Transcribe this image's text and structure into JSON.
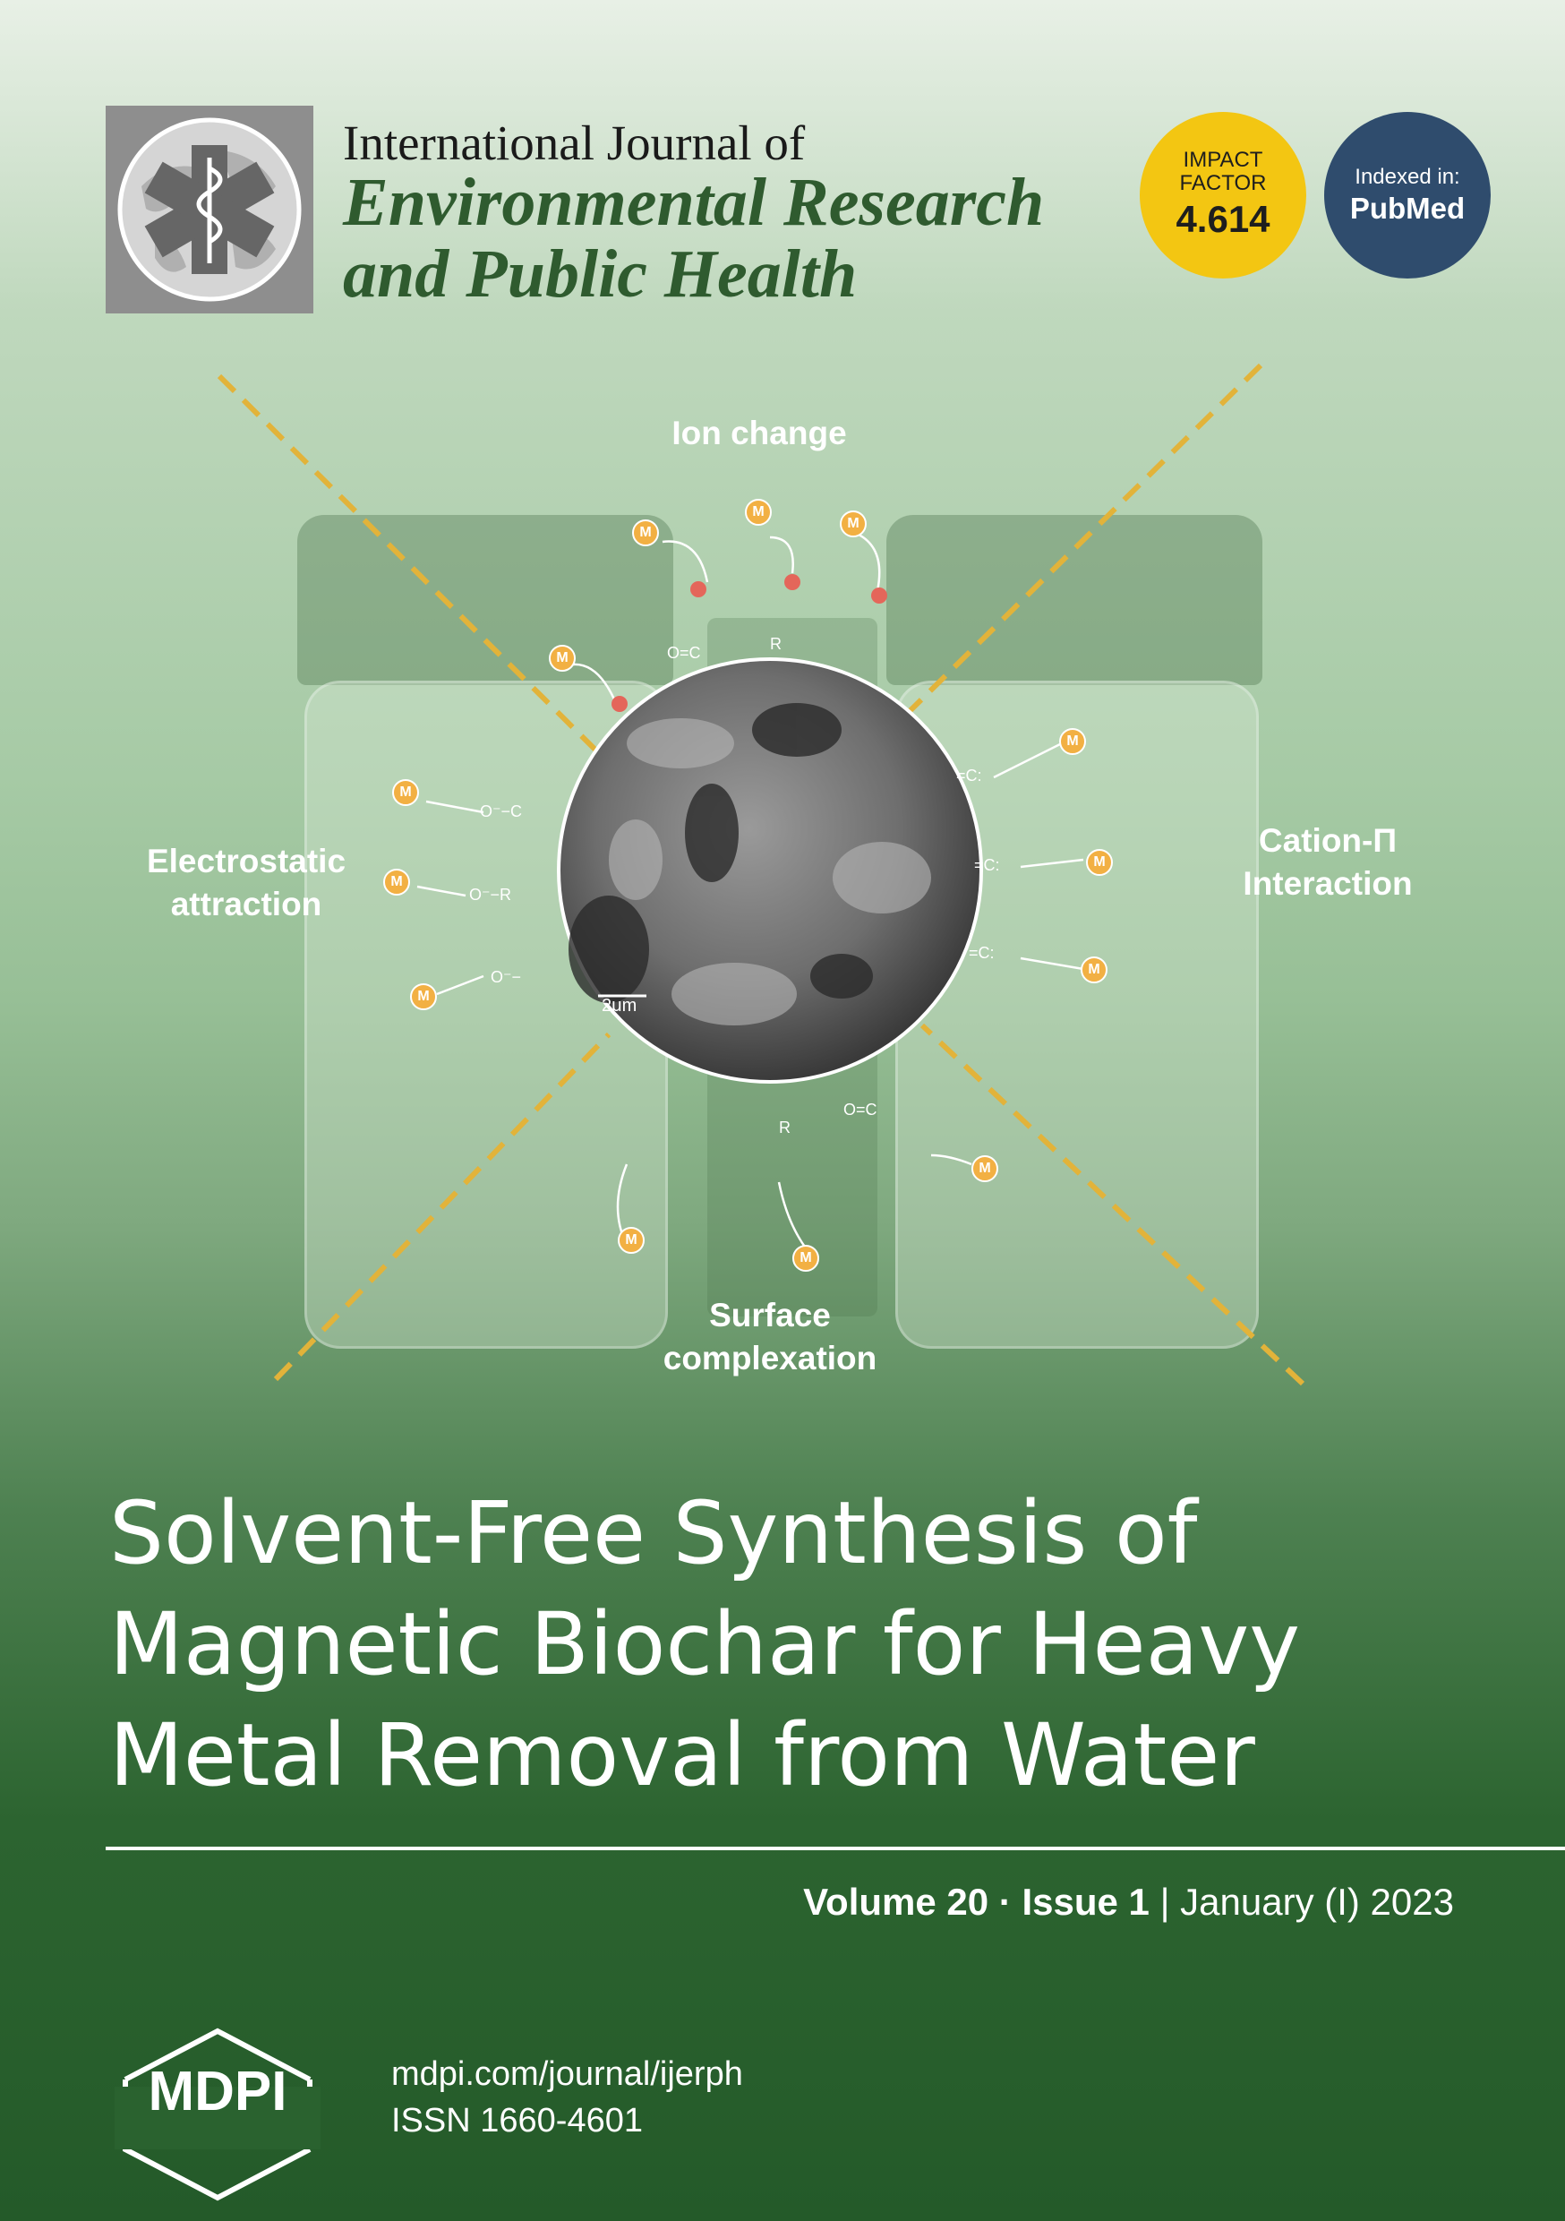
{
  "journal": {
    "line1": "International Journal of",
    "line2": "Environmental Research",
    "line3": "and Public Health"
  },
  "badges": {
    "impact_line1": "IMPACT",
    "impact_line2": "FACTOR",
    "impact_value": "4.614",
    "indexed_line1": "Indexed in:",
    "indexed_line2": "PubMed"
  },
  "graphic": {
    "label_top": "Ion change",
    "label_left_1": "Electrostatic",
    "label_left_2": "attraction",
    "label_right_1": "Cation-Π",
    "label_right_2": "Interaction",
    "label_bottom_1": "Surface",
    "label_bottom_2": "complexation",
    "scale_bar": "2μm",
    "metal_symbol": "M"
  },
  "article": {
    "title_line1": "Solvent-Free Synthesis of",
    "title_line2": "Magnetic Biochar for Heavy",
    "title_line3": "Metal Removal from Water"
  },
  "issue": {
    "volume": "Volume 20",
    "sep": "·",
    "issue": "Issue 1",
    "bar": "|",
    "date": "January (I) 2023"
  },
  "publisher": {
    "name": "MDPI",
    "url": "mdpi.com/journal/ijerph",
    "issn": "ISSN 1660-4601"
  },
  "colors": {
    "journal_green": "#2f5b2f",
    "impact_yellow": "#f3c612",
    "pubmed_blue": "#2f4c6d",
    "dash_line": "#e2b33a",
    "metal_orange": "#f2b043"
  }
}
